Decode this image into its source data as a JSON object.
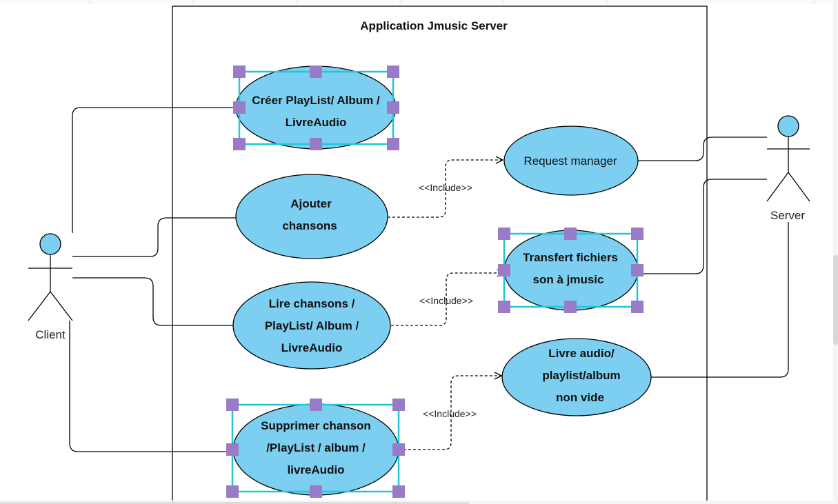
{
  "colors": {
    "usecase_fill": "#7dcff2",
    "selection_box": "#1ec8d8",
    "handle": "#9a7bc8",
    "line": "#000000"
  },
  "system": {
    "title": "Application Jmusic Server"
  },
  "actors": {
    "client": {
      "label": "Client"
    },
    "server": {
      "label": "Server"
    }
  },
  "usecases": {
    "creer": {
      "lines": [
        "Créer  PlayList/ Album /",
        "LivreAudio"
      ],
      "selected": true
    },
    "ajouter": {
      "lines": [
        "Ajouter",
        "chansons"
      ],
      "selected": false
    },
    "lire": {
      "lines": [
        "Lire chansons /",
        "PlayList/ Album /",
        "LivreAudio"
      ],
      "selected": false
    },
    "supprimer": {
      "lines": [
        "Supprimer chanson",
        "/PlayList / album /",
        "livreAudio"
      ],
      "selected": true
    },
    "request": {
      "lines": [
        "Request manager"
      ],
      "selected": false
    },
    "transfert": {
      "lines": [
        "Transfert fichiers",
        "son à jmusic"
      ],
      "selected": true
    },
    "livre": {
      "lines": [
        "Livre audio/",
        "playlist/album",
        "non vide"
      ],
      "selected": false
    }
  },
  "relations": {
    "include_1": "<<Include>>",
    "include_2": "<<Include>>",
    "include_3": "<<Include>>"
  }
}
